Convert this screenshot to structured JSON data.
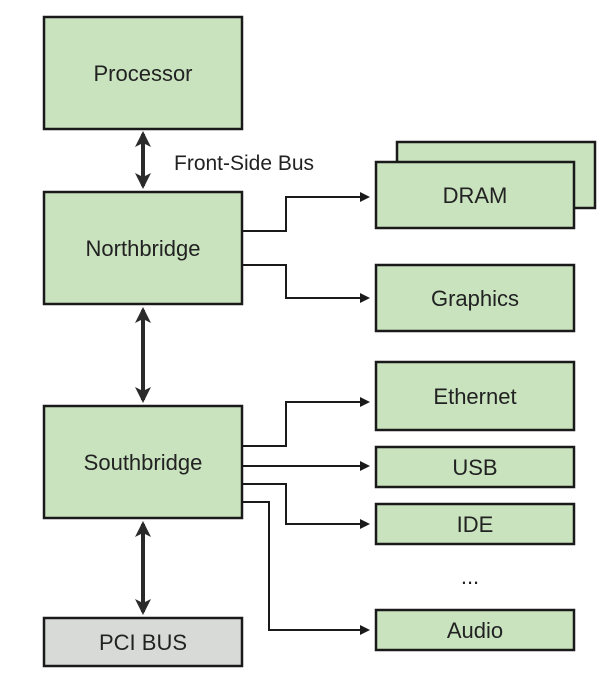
{
  "diagram": {
    "colors": {
      "box_fill": "#c9e3be",
      "pci_fill": "#d8dad8",
      "stroke": "#1a1a1a"
    },
    "labels": {
      "front_side_bus": "Front-Side Bus",
      "ellipsis": "..."
    },
    "boxes": {
      "processor": "Processor",
      "northbridge": "Northbridge",
      "southbridge": "Southbridge",
      "pci_bus": "PCI BUS",
      "dram": "DRAM",
      "graphics": "Graphics",
      "ethernet": "Ethernet",
      "usb": "USB",
      "ide": "IDE",
      "audio": "Audio"
    }
  }
}
